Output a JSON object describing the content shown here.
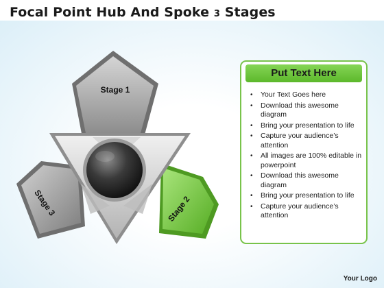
{
  "title": {
    "main": "Focal Point Hub And Spoke",
    "number": "3",
    "tail": "Stages"
  },
  "stages": [
    {
      "label": "Stage 1",
      "color": "#9a9a9a"
    },
    {
      "label": "Stage 2",
      "color": "#76c142"
    },
    {
      "label": "Stage 3",
      "color": "#9a9a9a"
    }
  ],
  "panel": {
    "header": "Put Text Here",
    "items": [
      "Your Text Goes here",
      "Download this awesome diagram",
      "Bring your presentation to life",
      "Capture your audience’s attention",
      "All images are 100% editable in powerpoint",
      "Download this awesome diagram",
      "Bring your presentation to life",
      "Capture your audience’s attention"
    ]
  },
  "logo": "Your Logo",
  "colors": {
    "accent_green": "#76c142",
    "panel_border": "#78c34a",
    "gray": "#9a9a9a"
  }
}
